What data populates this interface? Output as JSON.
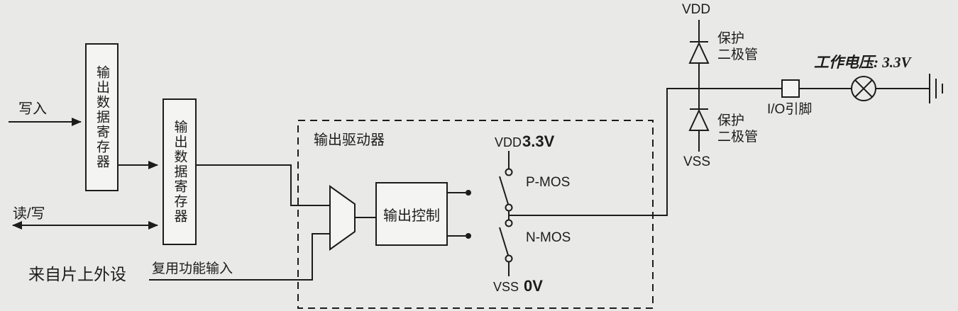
{
  "colors": {
    "background": "#e9e9e7",
    "line": "#1c1c1c",
    "box_fill": "#f4f4f2"
  },
  "registers": {
    "output_data_register": "输出数据寄存器"
  },
  "labels": {
    "write": "写入",
    "read_write": "读/写",
    "from_peripheral": "来自片上外设",
    "alt_function_input": "复用功能输入",
    "output_driver": "输出驱动器",
    "output_control": "输出控制",
    "vdd": "VDD",
    "vdd_voltage": "3.3V",
    "pmos": "P-MOS",
    "nmos": "N-MOS",
    "vss": "VSS",
    "vss_voltage": "0V",
    "vdd_rail": "VDD",
    "vss_rail": "VSS",
    "protection_diode_line1": "保护",
    "protection_diode_line2": "二极管",
    "io_pin": "I/O引脚",
    "working_voltage": "工作电压: 3.3V"
  }
}
